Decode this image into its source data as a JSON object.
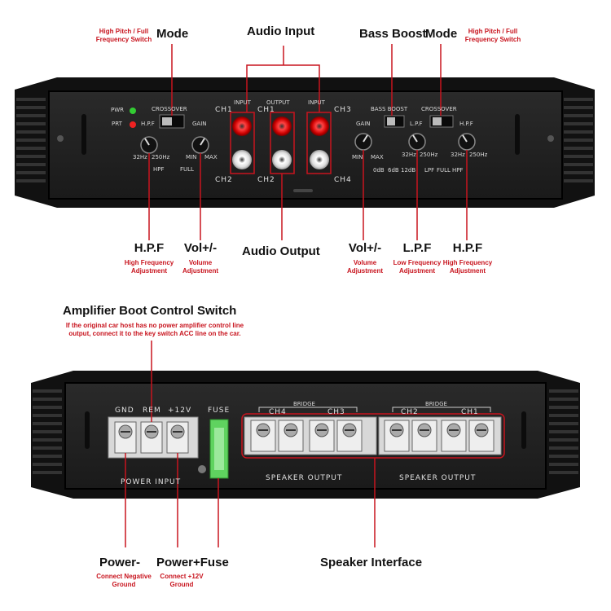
{
  "top": {
    "callouts": {
      "hp_switch_left": [
        "High Pitch / Full",
        "Frequency Switch"
      ],
      "mode_left": "Mode",
      "audio_input": "Audio Input",
      "bass_boost": "Bass Boost",
      "mode_right": "Mode",
      "hp_switch_right": [
        "High Pitch / Full",
        "Frequency Switch"
      ],
      "hpf_left": "H.P.F",
      "hpf_left_desc": [
        "High Frequency",
        "Adjustment"
      ],
      "vol_left": "Vol+/-",
      "vol_left_desc": [
        "Volume",
        "Adjustment"
      ],
      "audio_output": "Audio Output",
      "vol_right": "Vol+/-",
      "vol_right_desc": [
        "Volume",
        "Adjustment"
      ],
      "lpf": "L.P.F",
      "lpf_desc": [
        "Low Frequency",
        "Adjustment"
      ],
      "hpf_right": "H.P.F",
      "hpf_right_desc": [
        "High Frequency",
        "Adjustment"
      ]
    },
    "panel": {
      "pwr": "PWR",
      "prt": "PRT",
      "crossover_left": "CROSSOVER",
      "hpf": "H.P.F",
      "gain": "GAIN",
      "hz32": "32Hz",
      "hz250": "250Hz",
      "hpf_small": "HPF",
      "full": "FULL",
      "min": "MIN",
      "max": "MAX",
      "input": "INPUT",
      "output": "OUTPUT",
      "ch1": "CH1",
      "ch2": "CH2",
      "ch3": "CH3",
      "ch4": "CH4",
      "bass_boost": "BASS BOOST",
      "crossover_right": "CROSSOVER",
      "lpf": "L.P.F",
      "db0": "0dB",
      "db6": "6dB",
      "db12": "12dB",
      "lpf_small": "LPF"
    }
  },
  "bottom": {
    "callouts": {
      "boot_title": "Amplifier Boot Control Switch",
      "boot_desc": [
        "If the original car host has no power amplifier control line",
        "output, connect it to the key switch ACC line on the car."
      ],
      "power_minus": "Power-",
      "power_minus_desc": [
        "Connect Negative",
        "Ground"
      ],
      "power_fuse": "Power+Fuse",
      "power_fuse_desc": [
        "Connect +12V",
        "Ground"
      ],
      "speaker_interface": "Speaker Interface"
    },
    "panel": {
      "gnd": "GND",
      "rem": "REM",
      "v12": "+12V",
      "fuse": "FUSE",
      "power_input": "POWER INPUT",
      "bridge1": "BRIDGE",
      "bridge2": "BRIDGE",
      "ch4": "CH4",
      "ch3": "CH3",
      "ch2": "CH2",
      "ch1": "CH1",
      "speaker_output1": "SPEAKER OUTPUT",
      "speaker_output2": "SPEAKER OUTPUT"
    }
  },
  "colors": {
    "accent_red": "#c8141e",
    "panel_dark": "#202020",
    "fuse_green": "#5fd35f"
  }
}
